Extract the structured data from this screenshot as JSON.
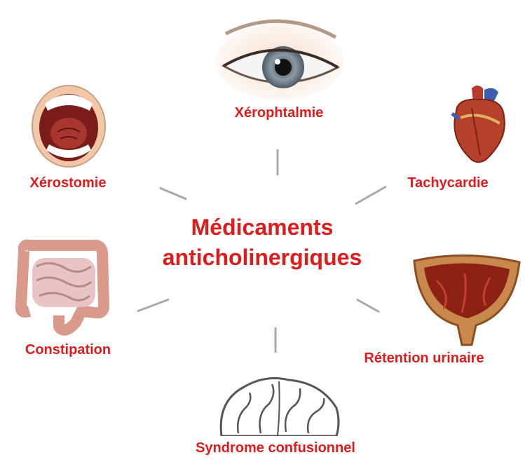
{
  "center": {
    "line1": "Médicaments",
    "line2": "anticholinergiques"
  },
  "effects": {
    "eye": "Xérophtalmie",
    "mouth": "Xérostomie",
    "heart": "Tachycardie",
    "intestine": "Constipation",
    "bladder": "Rétention urinaire",
    "brain": "Syndrome confusionnel"
  },
  "colors": {
    "label": "#e01b1b",
    "connector": "#a8a8a8"
  }
}
